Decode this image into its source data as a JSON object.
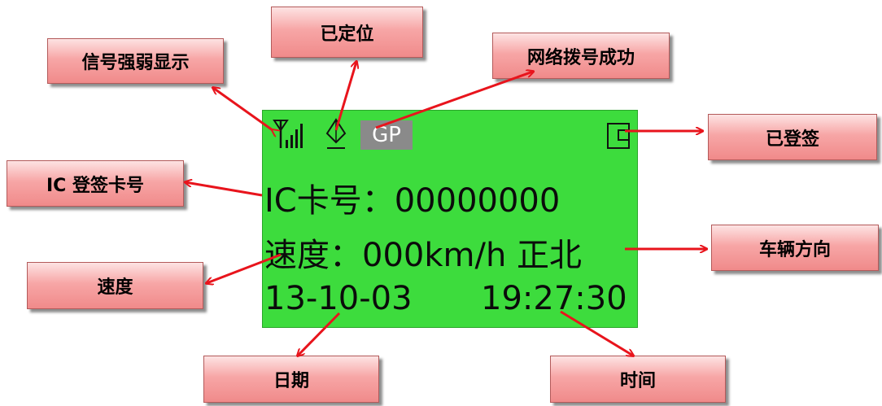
{
  "callouts": {
    "signal_strength": "信号强弱显示",
    "positioned": "已定位",
    "network_dialup": "网络拨号成功",
    "signed_in": "已登签",
    "ic_card": "IC 登签卡号",
    "speed": "速度",
    "vehicle_direction": "车辆方向",
    "date": "日期",
    "time": "时间"
  },
  "lcd": {
    "gp_label": "GP",
    "ic_card_line": "IC卡号：00000000",
    "speed_line": "速度：000km/h 正北",
    "date": "13-10-03",
    "time": "19:27:30"
  },
  "colors": {
    "screen_bg": "#3ddc3d",
    "arrow": "#e8141c",
    "callout_fill": "#f29a9a"
  }
}
